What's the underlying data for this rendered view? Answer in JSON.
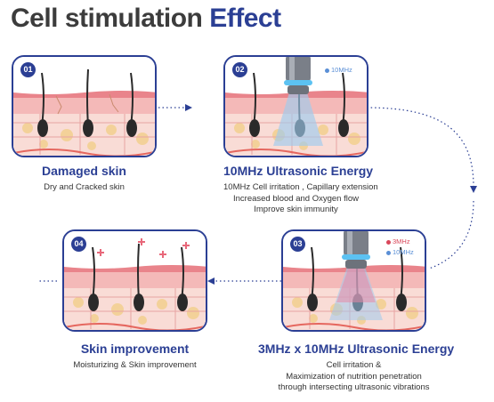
{
  "title": {
    "main": "Cell stimulation",
    "accent": "Effect"
  },
  "colors": {
    "accent": "#2b3f94",
    "skin_pink": "#f7c7c4",
    "skin_red": "#e8848a",
    "hair": "#2a2a2a",
    "blue_wave": "#7fb8e6",
    "red_wave": "#e8687a"
  },
  "steps": [
    {
      "number": "01",
      "title": "Damaged skin",
      "description": [
        "Dry and Cracked skin"
      ]
    },
    {
      "number": "02",
      "title": "10MHz Ultrasonic Energy",
      "legend": [
        "10MHz"
      ],
      "description": [
        "10MHz Cell irritation , Capillary extension",
        "Increased blood and Oxygen flow",
        "Improve skin immunity"
      ]
    },
    {
      "number": "03",
      "title": "3MHz x 10MHz Ultrasonic Energy",
      "legend": [
        "3MHz",
        "10MHz"
      ],
      "description": [
        "Cell irritation &",
        "Maximization of nutrition penetration",
        "through intersecting ultrasonic vibrations"
      ]
    },
    {
      "number": "04",
      "title": "Skin improvement",
      "description": [
        "Moisturizing & Skin improvement"
      ]
    }
  ]
}
